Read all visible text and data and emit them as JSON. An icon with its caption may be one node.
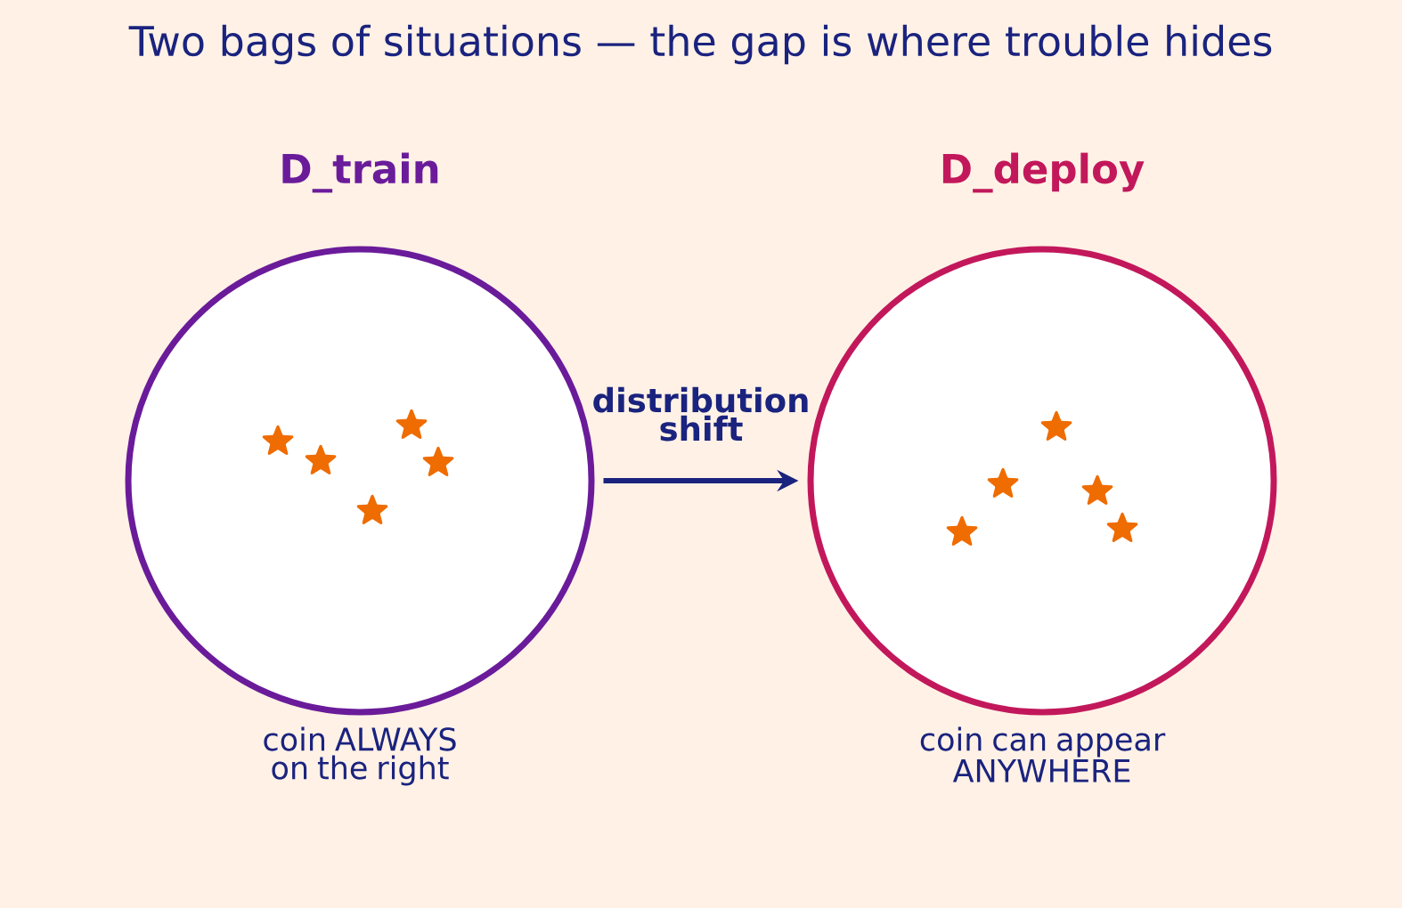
{
  "diagram": {
    "title": "Two bags of situations — the gap is where trouble hides",
    "nodes": [
      {
        "text": [
          "D_train"
        ],
        "beside": [
          "coin ALWAYS on the right"
        ]
      },
      {
        "text": [
          "D_deploy"
        ],
        "beside": [
          "coin can appear ANYWHERE"
        ]
      }
    ],
    "edges": [
      {
        "from": 0,
        "to": 1,
        "arrow": "to",
        "label": "distribution shift"
      }
    ]
  }
}
